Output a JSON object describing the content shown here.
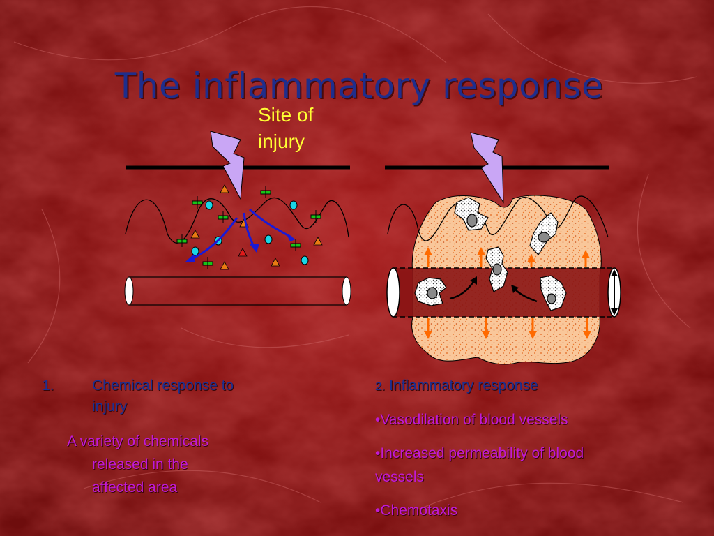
{
  "slide": {
    "title": "The inflammatory response",
    "site_label_line1": "Site of",
    "site_label_line2": "injury"
  },
  "left_caption": {
    "number": "1.",
    "heading_line1": "Chemical response to",
    "heading_line2": "injury",
    "body_line1": "A variety of chemicals",
    "body_line2": "released in the",
    "body_line3": "affected area"
  },
  "right_caption": {
    "heading_number": "2.",
    "heading": "Inflammatory response",
    "bullets": [
      "•Vasodilation of blood vessels",
      "•Increased permeability of blood vessels",
      "•Chemotaxis"
    ]
  },
  "colors": {
    "background": "#8a1414",
    "title": "#1f2e8c",
    "site_label": "#ffff33",
    "heading_text": "#1e2f90",
    "body_text": "#c11ad6",
    "tissue": "#f9c79a",
    "lightning": "#c9a6f5",
    "chemical_green": "#19c419",
    "chemical_cyan": "#19d6e6",
    "chemical_orange": "#e87a12",
    "chemical_red": "#e01a1a",
    "arrow_blue": "#1a1ad6",
    "arrow_orange": "#ff6a00"
  },
  "icons": [
    "lightning-bolt-icon",
    "white-blood-cell-icon",
    "chemical-marker-icon"
  ]
}
